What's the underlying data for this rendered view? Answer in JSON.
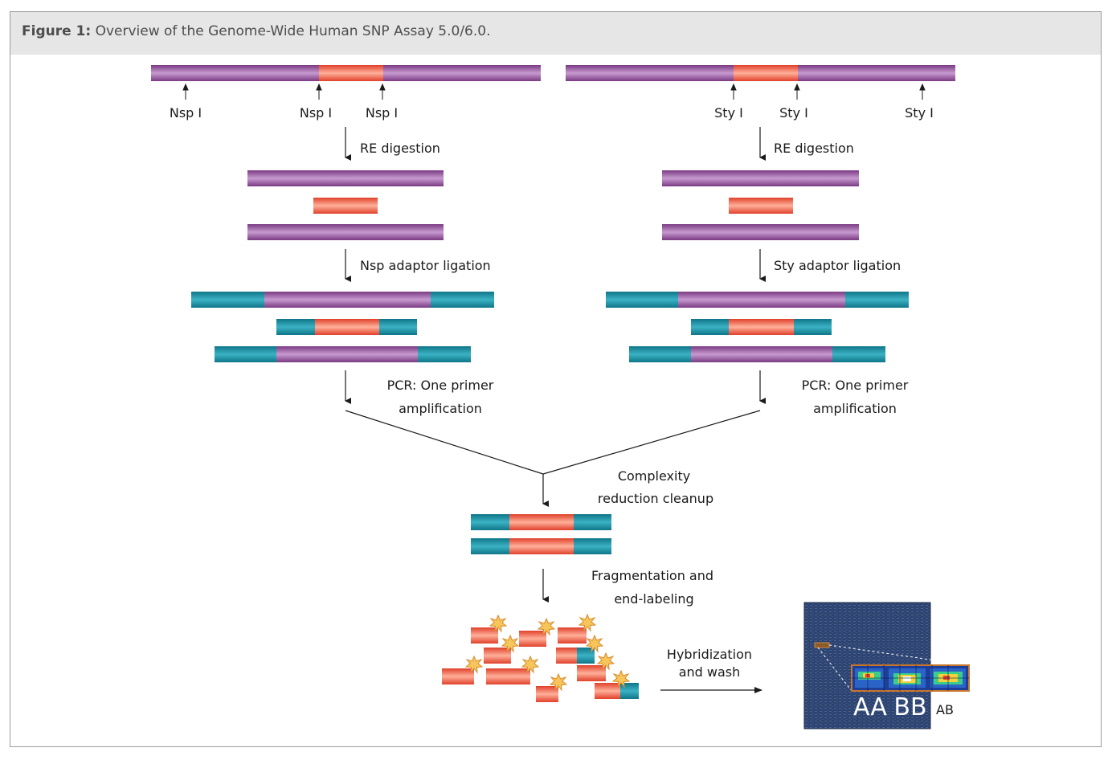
{
  "figure": {
    "label": "Figure 1:",
    "title": "Overview of the Genome-Wide Human SNP Assay 5.0/6.0."
  },
  "nsp": {
    "enzyme_label": "Nsp I",
    "step_digestion": "RE digestion",
    "step_ligation": "Nsp adaptor ligation",
    "step_pcr_line1": "PCR: One primer",
    "step_pcr_line2": "amplification"
  },
  "sty": {
    "enzyme_label": "Sty I",
    "step_digestion": "RE digestion",
    "step_ligation": "Sty adaptor ligation",
    "step_pcr_line1": "PCR: One primer",
    "step_pcr_line2": "amplification"
  },
  "merge": {
    "step_cleanup_line1": "Complexity",
    "step_cleanup_line2": "reduction cleanup",
    "step_frag_line1": "Fragmentation and",
    "step_frag_line2": "end-labeling",
    "step_hyb_line1": "Hybridization",
    "step_hyb_line2": "and wash"
  },
  "array": {
    "genotype_aa": "AA",
    "genotype_bb": "BB",
    "genotype_ab": "AB"
  },
  "colors": {
    "purple": "#9a4f9f",
    "red": "#f05a3a",
    "teal": "#1a8ea0",
    "array_bg": "#3a4f78",
    "zoom_border": "#c8762a"
  }
}
